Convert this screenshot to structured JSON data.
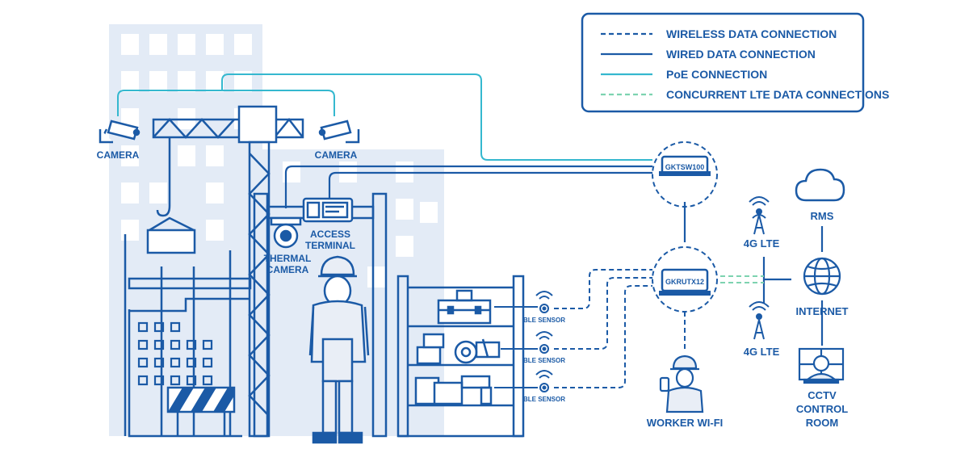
{
  "legend": {
    "wireless": "WIRELESS DATA CONNECTION",
    "wired": "WIRED DATA CONNECTION",
    "poe": "PoE CONNECTION",
    "lte": "CONCURRENT LTE DATA CONNECTIONS"
  },
  "labels": {
    "camera_left": "CAMERA",
    "camera_right": "CAMERA",
    "thermal_1": "THERMAL",
    "thermal_2": "CAMERA",
    "access_1": "ACCESS",
    "access_2": "TERMINAL",
    "ble_1": "BLE SENSOR",
    "ble_2": "BLE SENSOR",
    "ble_3": "BLE SENSOR",
    "switch": "GKTSW100",
    "router": "GKRUTX12",
    "worker_wifi": "WORKER WI-FI",
    "lte_top": "4G LTE",
    "lte_bottom": "4G LTE",
    "rms": "RMS",
    "internet": "INTERNET",
    "cctv_1": "CCTV",
    "cctv_2": "CONTROL",
    "cctv_3": "ROOM"
  },
  "colors": {
    "dark_blue": "#1b5aa6",
    "poe_cyan": "#35b8cf",
    "lte_green": "#7dd3b0",
    "building": "#e3ebf6",
    "building_window": "#ffffff",
    "worker_fill": "#e9eef6"
  }
}
